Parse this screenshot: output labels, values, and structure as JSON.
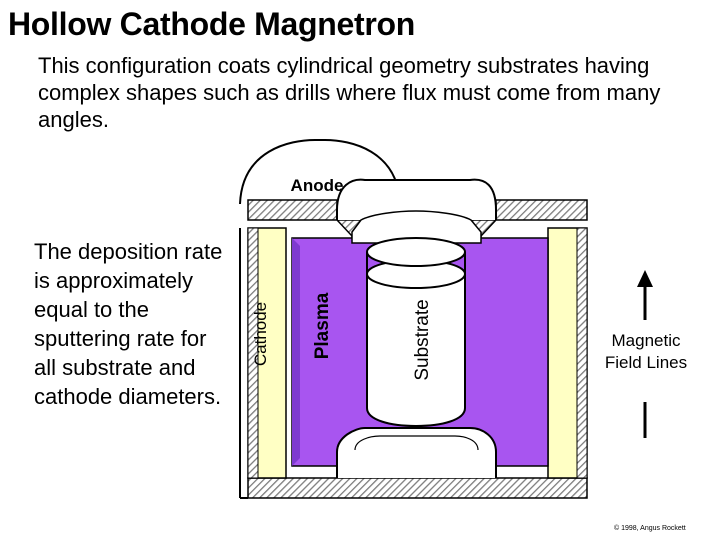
{
  "title": "Hollow Cathode Magnetron",
  "subtitle": "This configuration coats cylindrical geometry substrates having complex shapes such as drills where flux must come from many angles.",
  "note": "The deposition rate is approximately equal to the sputtering rate for all substrate and cathode diameters.",
  "diagram": {
    "anode_label": "Anode",
    "cathode_label": "Cathode",
    "plasma_label": "Plasma",
    "substrate_label": "Substrate",
    "magnetic_field_label": "Magnetic Field Lines"
  },
  "copyright": "© 1998, Angus Rockett",
  "colors": {
    "plasma": "#a855f0",
    "cathode": "#ffffc4",
    "anode_hatch": "#8a8a8a",
    "background": "#ffffff"
  }
}
